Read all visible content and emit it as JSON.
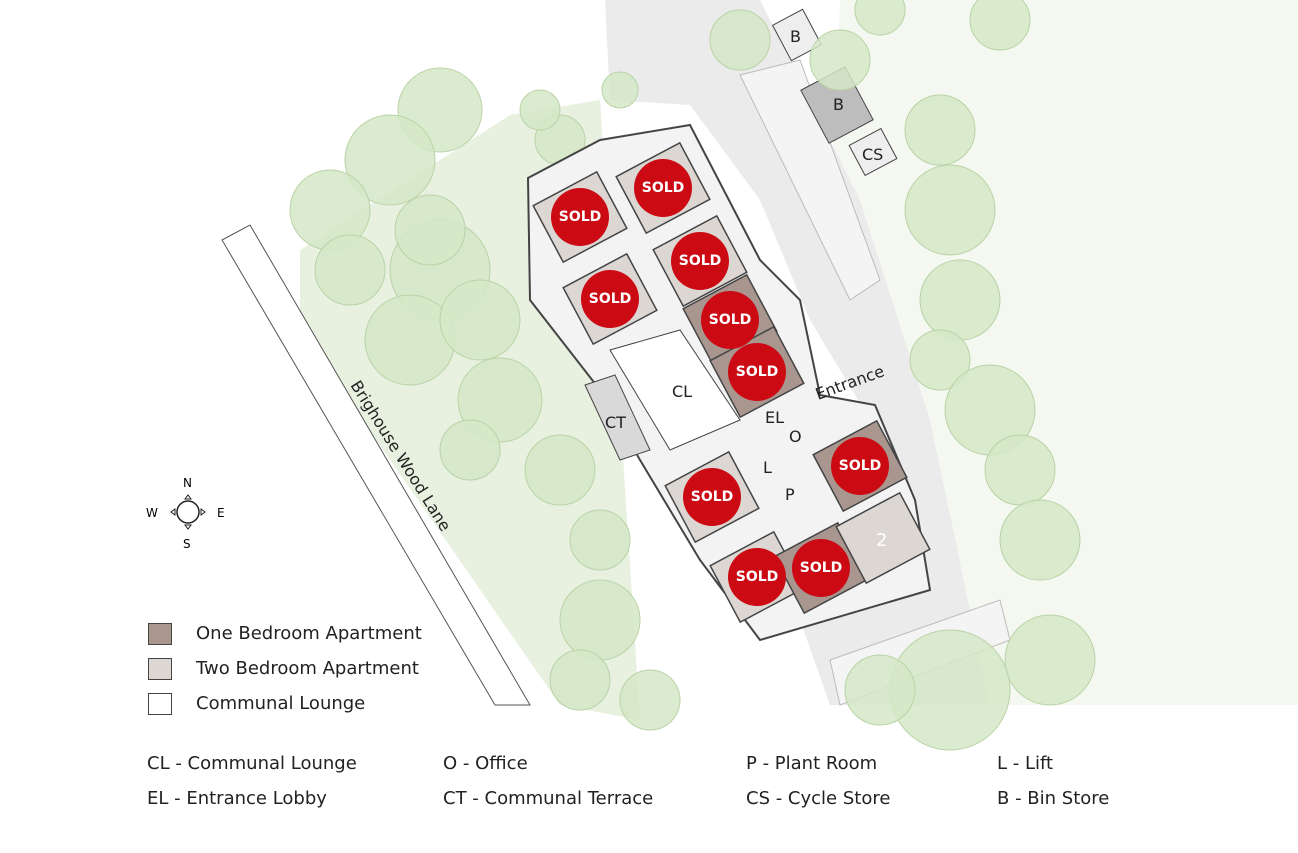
{
  "road_name": "Brighouse Wood Lane",
  "compass": {
    "n": "N",
    "s": "S",
    "e": "E",
    "w": "W"
  },
  "plan_labels": {
    "cl": "CL",
    "ct": "CT",
    "el": "EL",
    "o": "O",
    "l": "L",
    "p": "P",
    "entrance": "Entrance",
    "b1": "B",
    "b2": "B",
    "cs": "CS",
    "unit_2": "2"
  },
  "sold_label": "SOLD",
  "sold_units": [
    {
      "label": "SOLD",
      "type": "two-bedroom"
    },
    {
      "label": "SOLD",
      "type": "two-bedroom"
    },
    {
      "label": "SOLD",
      "type": "two-bedroom"
    },
    {
      "label": "SOLD",
      "type": "two-bedroom"
    },
    {
      "label": "SOLD",
      "type": "one-bedroom"
    },
    {
      "label": "SOLD",
      "type": "one-bedroom"
    },
    {
      "label": "SOLD",
      "type": "one-bedroom"
    },
    {
      "label": "SOLD",
      "type": "two-bedroom"
    },
    {
      "label": "SOLD",
      "type": "two-bedroom"
    },
    {
      "label": "SOLD",
      "type": "one-bedroom"
    }
  ],
  "legend": [
    {
      "label": "One Bedroom Apartment",
      "color": "#a8968f"
    },
    {
      "label": "Two Bedroom Apartment",
      "color": "#dcd7d2"
    },
    {
      "label": "Communal Lounge",
      "color": "#ffffff"
    }
  ],
  "key": [
    [
      "CL - Communal Lounge",
      "EL - Entrance Lobby"
    ],
    [
      "O - Office",
      "CT - Communal Terrace"
    ],
    [
      "P - Plant Room",
      "CS - Cycle Store"
    ],
    [
      "L - Lift",
      "B - Bin Store"
    ]
  ],
  "colors": {
    "sold": "#cc0a14",
    "grass": "#e6f0df",
    "tree": "#d3e6c4",
    "road": "#ececec",
    "one_bed": "#a8968f",
    "two_bed": "#dcd7d2"
  }
}
